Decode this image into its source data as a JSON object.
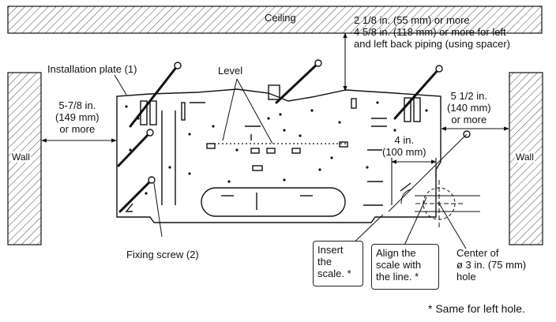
{
  "labels": {
    "ceiling": "Ceiling",
    "wall_left": "Wall",
    "wall_right": "Wall",
    "installation_plate": "Installation plate (1)",
    "level": "Level",
    "fixing_screw": "Fixing screw (2)",
    "top_clearance": [
      "2 1/8 in. (55 mm) or more",
      "4 5/8 in. (118 mm) or more for left",
      "and left back piping (using spacer)"
    ],
    "left_clearance": [
      "5-7/8 in.",
      "(149 mm)",
      "or more"
    ],
    "right_clearance": [
      "5 1/2 in.",
      "(140 mm)",
      "or more"
    ],
    "hole_offset": [
      "4 in.",
      "(100 mm)"
    ],
    "insert_scale": [
      "Insert",
      "the",
      "scale. *"
    ],
    "align_scale": [
      "Align the",
      "scale with",
      "the line. *"
    ],
    "center_hole": [
      "Center of",
      "ø 3 in. (75 mm)",
      "hole"
    ],
    "footnote": "* Same for left hole."
  },
  "colors": {
    "line": "#111111",
    "hatch": "#333333",
    "background": "#ffffff"
  }
}
